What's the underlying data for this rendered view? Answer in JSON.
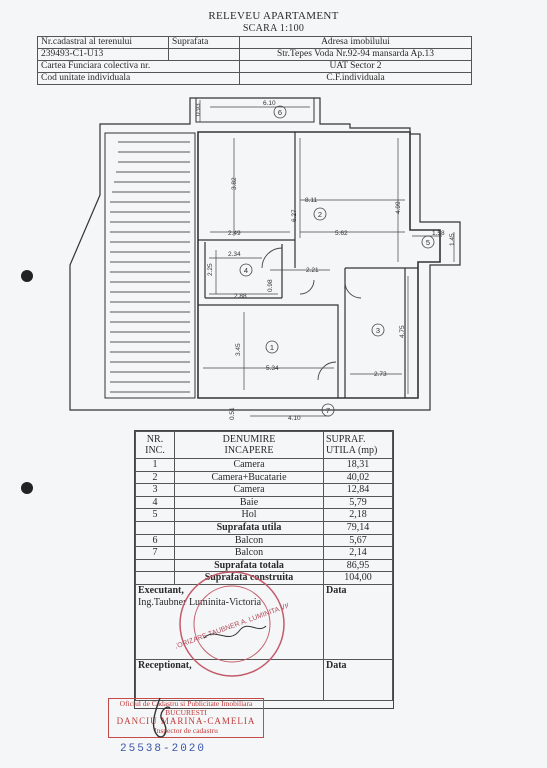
{
  "header": {
    "title": "RELEVEU APARTAMENT",
    "scale": "SCARA 1:100",
    "row1": {
      "cadastral_label": "Nr.cadastral al terenului",
      "surface_label": "Suprafata",
      "address_label": "Adresa imobilului"
    },
    "row2": {
      "cadastral_value": "239493-C1-U13",
      "address_value": "Str.Tepes Voda Nr.92-94 mansarda  Ap.13"
    },
    "row3": {
      "book_label": "Cartea Funciara colectiva nr.",
      "uat_value": "UAT   Sector 2"
    },
    "row4": {
      "unit_label": "Cod unitate individuala",
      "cf_value": "C.F.individuala"
    }
  },
  "plan": {
    "room_numbers": [
      "1",
      "2",
      "3",
      "4",
      "5",
      "6",
      "7"
    ],
    "dimensions": {
      "d_0_93": "0.93",
      "d_6_10": "6.10",
      "d_3_82": "3.82",
      "d_8_11": "8.11",
      "d_6_27": "6.27",
      "d_4_99": "4.99",
      "d_2_49": "2.49",
      "d_5_62": "5.62",
      "d_1_58": "1.58",
      "d_1_45": "1.45",
      "d_2_34": "2.34",
      "d_2_25": "2.25",
      "d_2_21": "2.21",
      "d_0_98": "0.98",
      "d_2_88": "2.88",
      "d_3_45": "3.45",
      "d_5_34": "5.34",
      "d_4_75": "4.75",
      "d_2_73": "2.73",
      "d_0_51": "0.51",
      "d_4_10": "4.10"
    }
  },
  "table": {
    "col_nr": [
      "NR.",
      "INC."
    ],
    "col_name": [
      "DENUMIRE",
      "INCAPERE"
    ],
    "col_area": [
      "SUPRAF.",
      "UTILA (mp)"
    ],
    "rooms": [
      {
        "nr": "1",
        "name": "Camera",
        "area": "18,31"
      },
      {
        "nr": "2",
        "name": "Camera+Bucatarie",
        "area": "40,02"
      },
      {
        "nr": "3",
        "name": "Camera",
        "area": "12,84"
      },
      {
        "nr": "4",
        "name": "Baie",
        "area": "5,79"
      },
      {
        "nr": "5",
        "name": "Hol",
        "area": "2,18"
      }
    ],
    "useful_label": "Suprafata utila",
    "useful_value": "79,14",
    "balconies": [
      {
        "nr": "6",
        "name": "Balcon",
        "area": "5,67"
      },
      {
        "nr": "7",
        "name": "Balcon",
        "area": "2,14"
      }
    ],
    "total_label": "Suprafata totala",
    "total_value": "86,95",
    "built_label": "Suprafata construita",
    "built_value": "104,00",
    "executant_label": "Executant,",
    "executant_date_label": "Data",
    "executant_name": "Ing.Taubner Luminita-Victoria",
    "receptionat_label": "Receptionat,",
    "receptionat_date_label": "Data"
  },
  "stamps": {
    "round_stamp": "CERTIFICAT DE AUTORIZARE TAUBNER A. LUMINITA VICTORIA CATEGORIA",
    "office_line1": "Oficiul de Cadastru si Publicitate Imobiliara",
    "office_line2": "BUCURESTI",
    "inspector_name": "DANCIU MARINA-CAMELIA",
    "inspector_role": "Inspector de cadastru",
    "registration_number": "25538-2020",
    "stamp_color": "#c03a3a",
    "number_color": "#3b55a8"
  }
}
